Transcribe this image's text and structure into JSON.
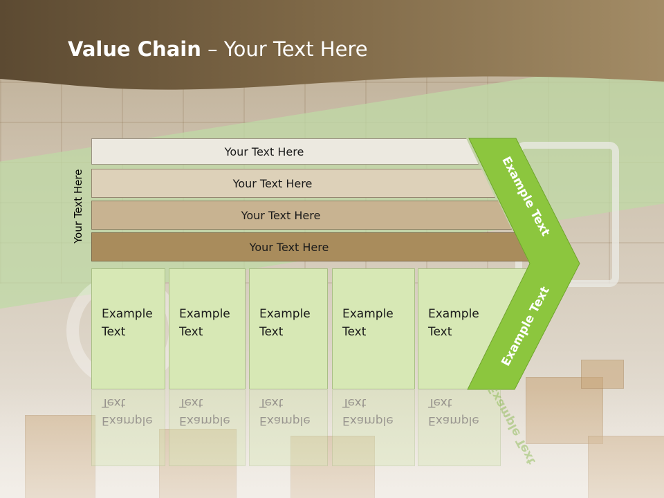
{
  "slide": {
    "title_bold": "Value Chain",
    "title_rest": " – Your Text Here",
    "side_label": "Your Text Here"
  },
  "bars": [
    {
      "label": "Your Text Here",
      "color": "#ece9e0"
    },
    {
      "label": "Your Text Here",
      "color": "#ddd1b9"
    },
    {
      "label": "Your Text Here",
      "color": "#c8b391"
    },
    {
      "label": "Your Text Here",
      "color": "#a98c5c"
    }
  ],
  "columns": [
    {
      "line1": "Example",
      "line2": "Text"
    },
    {
      "line1": "Example",
      "line2": "Text"
    },
    {
      "line1": "Example",
      "line2": "Text"
    },
    {
      "line1": "Example",
      "line2": "Text"
    },
    {
      "line1": "Example",
      "line2": "Text"
    }
  ],
  "chevron": {
    "top_label": "Example Text",
    "bottom_label": "Example Text",
    "color": "#8cc63e"
  },
  "colors": {
    "header_dark": "#5c4a32",
    "header_light": "#a38c66",
    "column_fill": "#d7e8b5"
  }
}
